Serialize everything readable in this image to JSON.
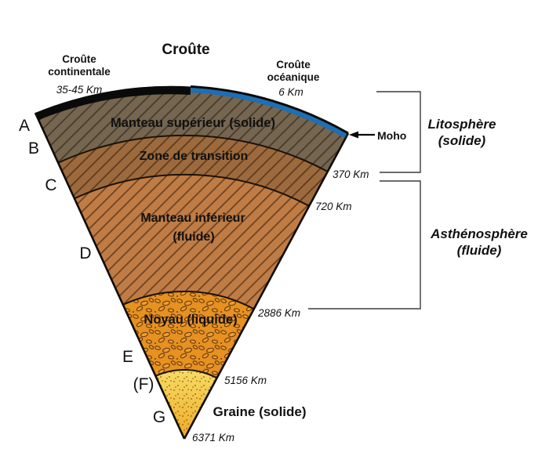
{
  "diagram": {
    "title": "Croûte",
    "continental_crust": {
      "line1": "Croûte",
      "line2": "continentale",
      "thickness": "35-45 Km"
    },
    "oceanic_crust": {
      "line1": "Croûte",
      "line2": "océanique",
      "thickness": "6 Km"
    },
    "layers": {
      "upper_mantle": "Manteau supérieur (solide)",
      "transition_zone": "Zone de transition",
      "lower_mantle_line1": "Manteau inférieur",
      "lower_mantle_line2": "(fluide)",
      "outer_core": "Noyau (liquide)",
      "inner_core": "Graine (solide)"
    },
    "markers": {
      "a": "A",
      "b": "B",
      "c": "C",
      "d": "D",
      "e": "E",
      "f": "(F)",
      "g": "G"
    },
    "depths": {
      "moho_label": "Moho",
      "d370": "370 Km",
      "d720": "720 Km",
      "d2886": "2886 Km",
      "d5156": "5156 Km",
      "d6371": "6371 Km"
    },
    "side_zones": {
      "lithosphere_line1": "Litosphère",
      "lithosphere_line2": "(solide)",
      "asthenosphere_line1": "Asthénosphère",
      "asthenosphere_line2": "(fluide)"
    },
    "colors": {
      "upper_mantle": "#746650",
      "transition_zone": "#9d6a3d",
      "lower_mantle": "#c07c45",
      "outer_core": "#e69120",
      "inner_core_top": "#f6dd66",
      "inner_core_bottom": "#eeab28",
      "oceanic_crust_blue": "#1e6fb4",
      "continental_crust_black": "#0a0a0a",
      "side_zone_text": "#7b7b7b"
    }
  }
}
